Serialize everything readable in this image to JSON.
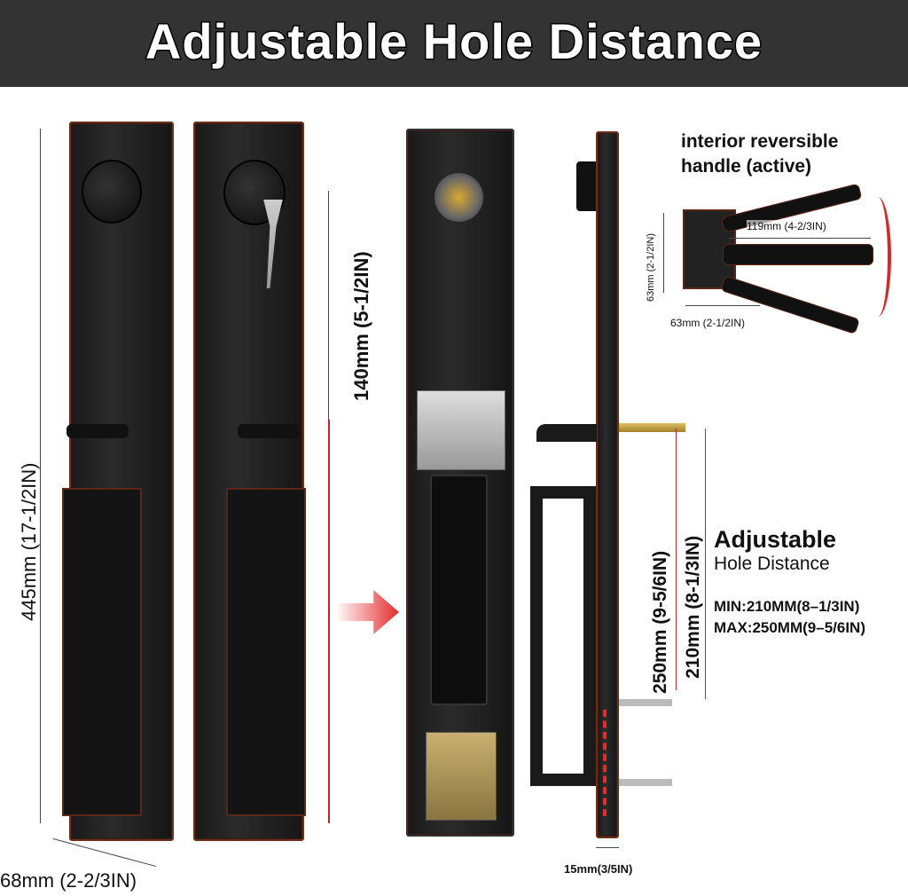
{
  "title": "Adjustable Hole Distance",
  "dimensions": {
    "height": "445mm (17-1/2IN)",
    "width": "68mm (2-2/3IN)",
    "deadbolt_to_latch": "140mm (5-1/2IN)",
    "hole_max": "250mm (9-5/6IN)",
    "hole_min": "210mm (8-1/3IN)",
    "thickness": "15mm(3/5IN)"
  },
  "handle": {
    "title": "interior reversible handle (active)",
    "length": "119mm (4-2/3IN)",
    "rose_height": "63mm (2-1/2IN)",
    "rose_width": "63mm (2-1/2IN)"
  },
  "adjustable": {
    "heading": "Adjustable",
    "subheading": "Hole Distance",
    "min": "MIN:210MM(8–1/3IN)",
    "max": "MAX:250MM(9–5/6IN)"
  },
  "colors": {
    "finish": "#1a1a1a",
    "copper_edge": "#6b2e1a",
    "accent_red": "#d32a2a",
    "header": "#333333"
  }
}
